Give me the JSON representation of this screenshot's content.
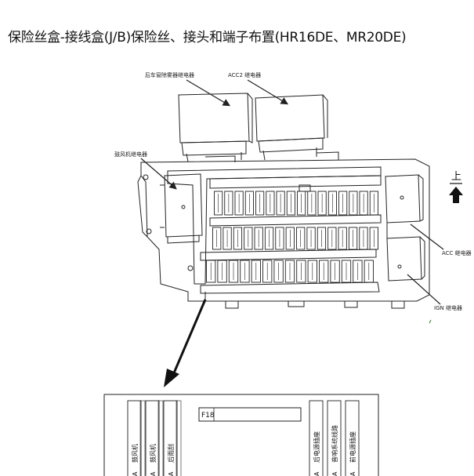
{
  "title": "保险丝盒-接线盒(J/B)保险丝、接头和端子布置(HR16DE、MR20DE)",
  "labels": {
    "rear_defogger_relay": "后车窗除雾器继电器",
    "acc2_relay": "ACC2 继电器",
    "blower_relay": "鼓风机继电器",
    "acc_relay": "ACC 继电器",
    "ign_relay": "IGN 继电器",
    "up": "上"
  },
  "fuse_table": {
    "connector": "F18",
    "columns": [
      {
        "amp": "A",
        "name": "鼓风机"
      },
      {
        "amp": "A",
        "name": "鼓风机"
      },
      {
        "amp": "A",
        "name": "后雨刮"
      },
      {
        "amp": "A",
        "name": "后电源插座"
      },
      {
        "amp": "A",
        "name": "音响系统线路"
      },
      {
        "amp": "A",
        "name": "前电源插座"
      }
    ]
  },
  "colors": {
    "line": "#222222",
    "arrow": "#111111"
  }
}
